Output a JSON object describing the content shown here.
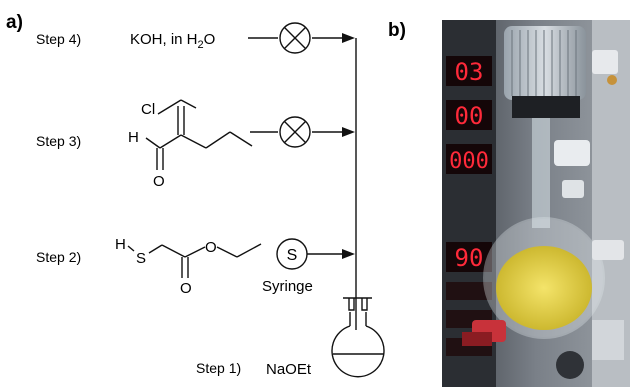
{
  "panel_a": {
    "label": "a)",
    "steps": [
      {
        "label": "Step 4)",
        "reagent_prefix": "KOH, in H",
        "reagent_sub": "2",
        "reagent_suffix": "O",
        "control": "valve"
      },
      {
        "label": "Step 3)",
        "atoms": {
          "chloro": "Cl",
          "hydrogen": "H",
          "oxygen": "O"
        },
        "control": "valve"
      },
      {
        "label": "Step 2)",
        "atoms": {
          "hydrogen": "H",
          "sulfur": "S",
          "carbonyl_oxygen": "O",
          "ester_oxygen": "O"
        },
        "control": "syringe",
        "control_symbol": "S",
        "control_label": "Syringe"
      },
      {
        "label": "Step 1)",
        "reagent": "NaOEt",
        "vessel": "round-bottom-flask"
      }
    ]
  },
  "panel_b": {
    "label": "b)",
    "photo": "flow-reactor-photo",
    "displays": [
      "03",
      "00",
      "000",
      "90"
    ],
    "display_color": "#ff2a3a",
    "liquid_color": "#e6d23c"
  }
}
